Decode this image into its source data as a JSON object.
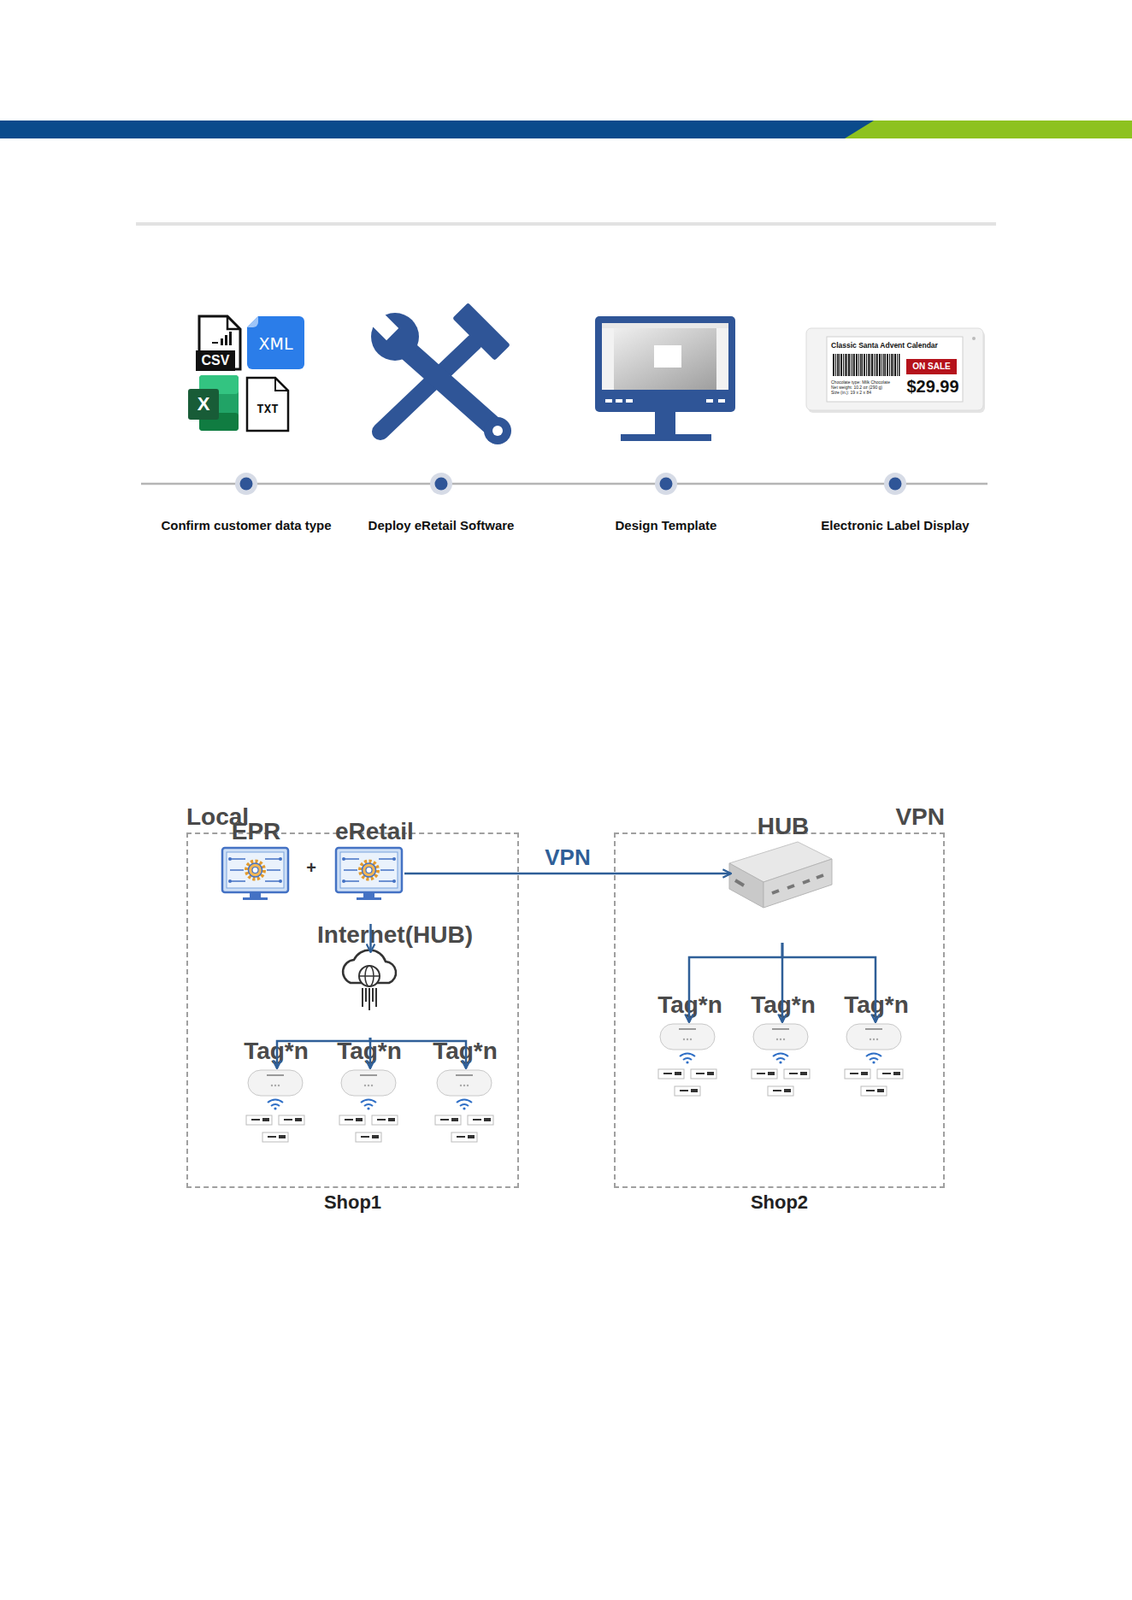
{
  "diagram": {
    "nodes": [
      {
        "text": [
          "Local",
          "Shop1"
        ]
      },
      {
        "text": [
          "EPR"
        ],
        "in": 0
      },
      {
        "text": [
          "eRetail"
        ],
        "in": 0
      },
      {
        "text": [
          "Internet(HUB)"
        ],
        "in": 0
      },
      {
        "text": [
          "Tag*n"
        ],
        "in": 0
      },
      {
        "text": [
          "Tag*n"
        ],
        "in": 0
      },
      {
        "text": [
          "Tag*n"
        ],
        "in": 0
      },
      {
        "text": [
          "VPN",
          "Shop2"
        ]
      },
      {
        "text": [
          "HUB"
        ],
        "in": 7
      },
      {
        "text": [
          "Tag*n"
        ],
        "in": 7
      },
      {
        "text": [
          "Tag*n"
        ],
        "in": 7
      },
      {
        "text": [
          "Tag*n"
        ],
        "in": 7
      }
    ],
    "edges": [
      {
        "from": 2,
        "to": 3,
        "arrow": "to"
      },
      {
        "from": 3,
        "to": 4,
        "arrow": "to"
      },
      {
        "from": 3,
        "to": 5,
        "arrow": "to"
      },
      {
        "from": 3,
        "to": 6,
        "arrow": "to"
      },
      {
        "from": 2,
        "to": 8,
        "label": "VPN",
        "arrow": "to"
      },
      {
        "from": 8,
        "to": 9,
        "arrow": "to"
      },
      {
        "from": 8,
        "to": 10,
        "arrow": "to"
      },
      {
        "from": 8,
        "to": 11,
        "arrow": "to"
      }
    ],
    "labels": [
      "CSV",
      "XML",
      "X",
      "TXT",
      "Classic Santa Advent Calendar",
      "ON SALE",
      "Chocolate type: Milk Chocolate",
      "Net weight: 10.2 oz (290 g)",
      "Size (in.): 19 x 2 x 84",
      "$29.99",
      "Confirm customer data type",
      "Deploy eRetail Software",
      "Design Template",
      "Electronic Label Display",
      "+"
    ]
  }
}
